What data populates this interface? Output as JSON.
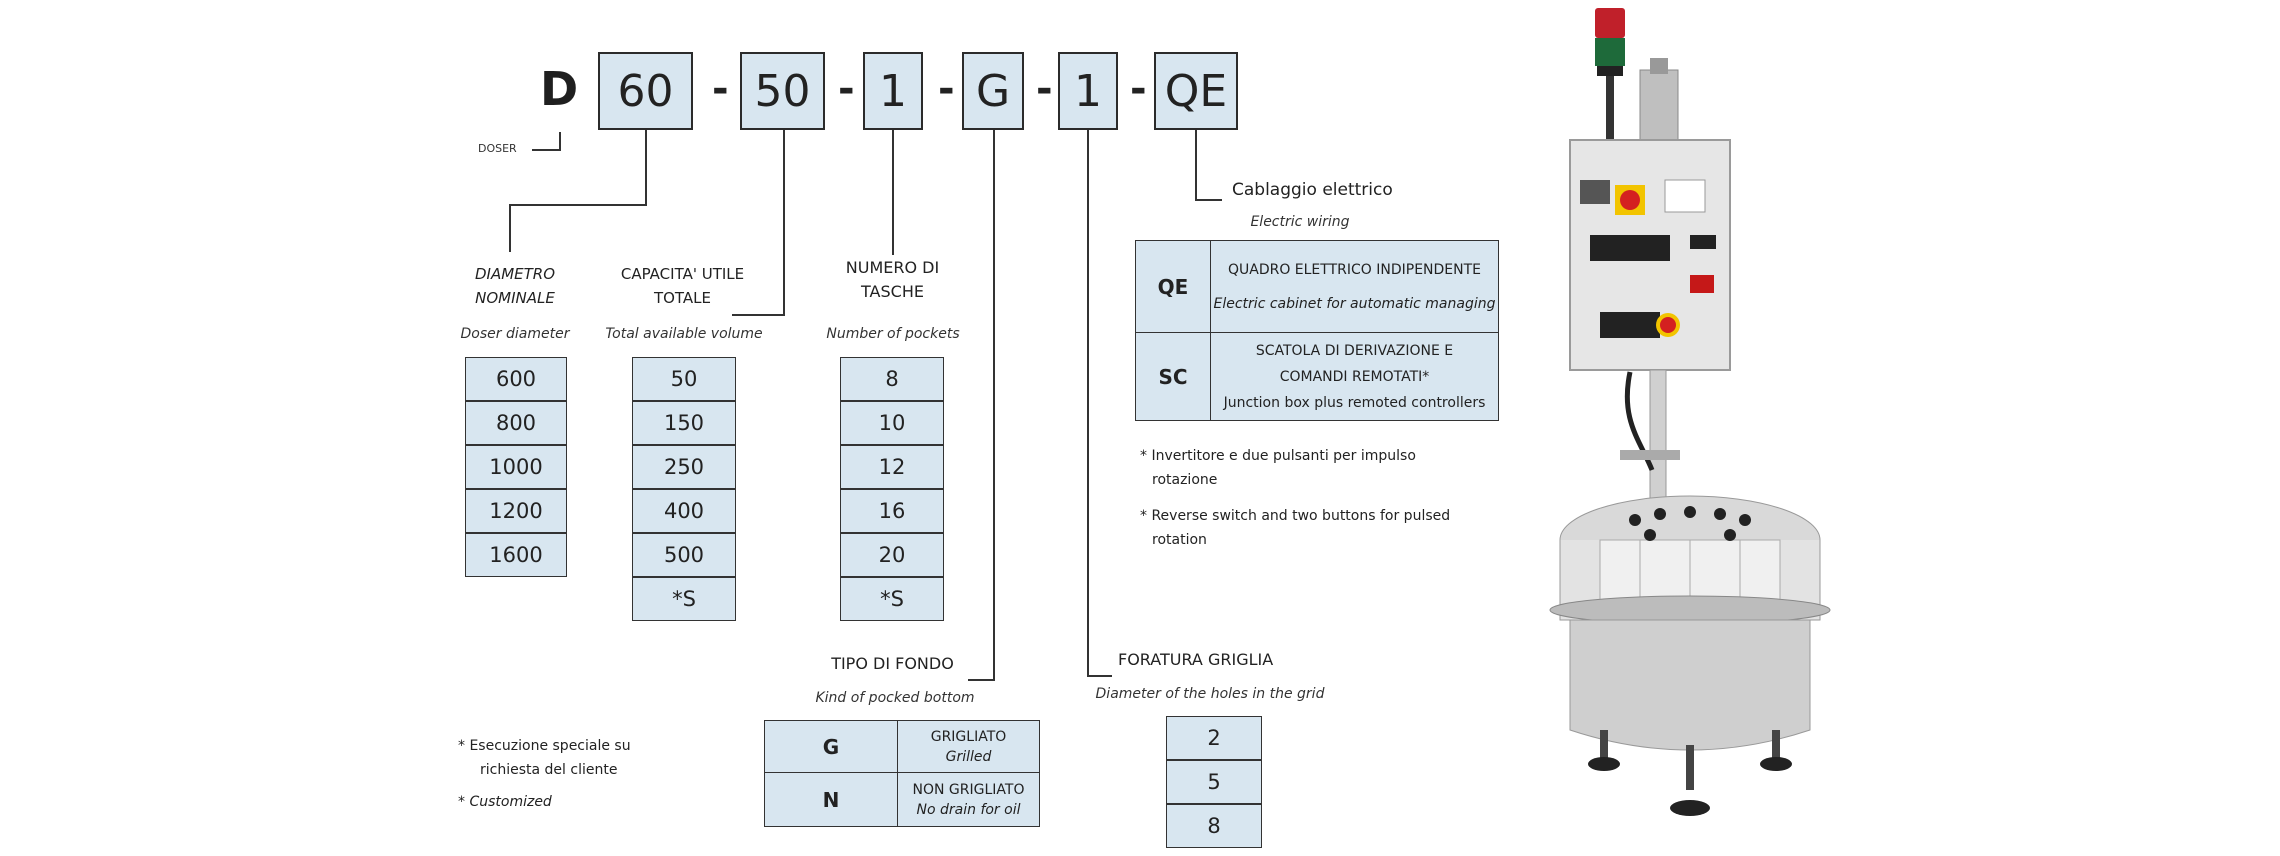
{
  "code": {
    "prefix": "D",
    "prefix_caption": "DOSER",
    "segments": [
      "60",
      "50",
      "1",
      "G",
      "1",
      "QE"
    ],
    "separator": "-"
  },
  "diameter": {
    "title_line1": "DIAMETRO",
    "title_line2": "NOMINALE",
    "subtitle": "Doser diameter",
    "values": [
      "600",
      "800",
      "1000",
      "1200",
      "1600"
    ]
  },
  "capacity": {
    "title_line1": "CAPACITA' UTILE",
    "title_line2": "TOTALE",
    "subtitle": "Total available volume",
    "values": [
      "50",
      "150",
      "250",
      "400",
      "500",
      "*S"
    ]
  },
  "pockets": {
    "title_line1": "NUMERO DI",
    "title_line2": "TASCHE",
    "subtitle": "Number of pockets",
    "values": [
      "8",
      "10",
      "12",
      "16",
      "20",
      "*S"
    ]
  },
  "bottom": {
    "title": "TIPO DI FONDO",
    "subtitle": "Kind of pocked bottom",
    "rows": [
      {
        "code": "G",
        "it": "GRIGLIATO",
        "en": "Grilled"
      },
      {
        "code": "N",
        "it": "NON GRIGLIATO",
        "en": "No drain for oil"
      }
    ]
  },
  "grid_holes": {
    "title": "FORATURA GRIGLIA",
    "subtitle": "Diameter of the holes in the grid",
    "values": [
      "2",
      "5",
      "8"
    ]
  },
  "wiring": {
    "title": "Cablaggio elettrico",
    "subtitle": "Electric wiring",
    "rows": [
      {
        "code": "QE",
        "it": "QUADRO ELETTRICO INDIPENDENTE",
        "en": "Electric cabinet for automatic managing"
      },
      {
        "code": "SC",
        "it_line1": "SCATOLA DI DERIVAZIONE E",
        "it_line2": "COMANDI REMOTATI*",
        "en": "Junction box plus remoted controllers"
      }
    ],
    "note_it_1": "* Invertitore e due pulsanti per impulso",
    "note_it_2": "rotazione",
    "note_en_1": "* Reverse switch and two buttons for pulsed",
    "note_en_2": "rotation"
  },
  "footnote": {
    "line1": "* Esecuzione speciale su",
    "line2": "richiesta del cliente",
    "line3": "* Customized"
  },
  "colors": {
    "cell_fill": "#d8e6f0",
    "border": "#2b2b2b"
  }
}
